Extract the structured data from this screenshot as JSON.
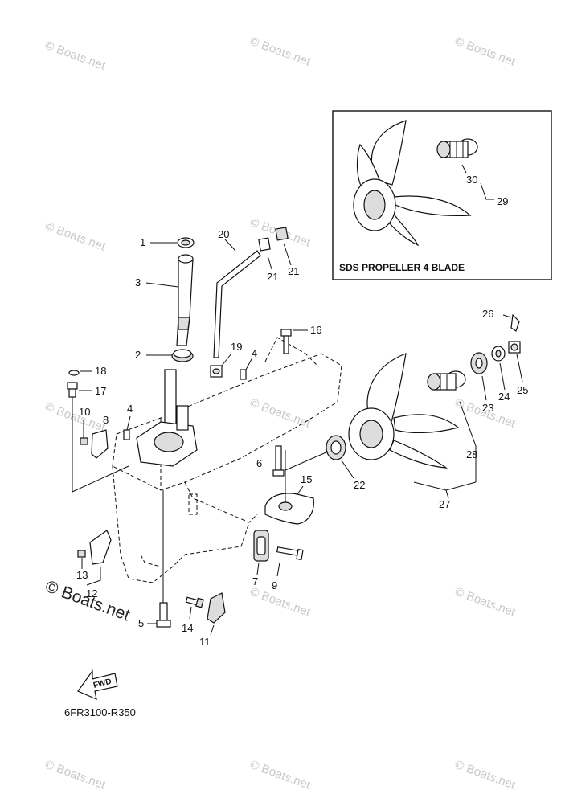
{
  "diagram_code": "6FR3100-R350",
  "inset_title": "SDS PROPELLER 4 BLADE",
  "fwd_label": "FWD",
  "watermark_small": "© Boats.net",
  "watermark_large": "© Boats.net",
  "callouts": {
    "c1": "1",
    "c2": "2",
    "c3": "3",
    "c4a": "4",
    "c4b": "4",
    "c5": "5",
    "c6": "6",
    "c7": "7",
    "c8": "8",
    "c9": "9",
    "c10": "10",
    "c11": "11",
    "c12": "12",
    "c13": "13",
    "c14": "14",
    "c15": "15",
    "c16": "16",
    "c17": "17",
    "c18": "18",
    "c19": "19",
    "c20": "20",
    "c21a": "21",
    "c21b": "21",
    "c22": "22",
    "c23": "23",
    "c24": "24",
    "c25": "25",
    "c26": "26",
    "c27": "27",
    "c28": "28",
    "c29": "29",
    "c30": "30"
  }
}
